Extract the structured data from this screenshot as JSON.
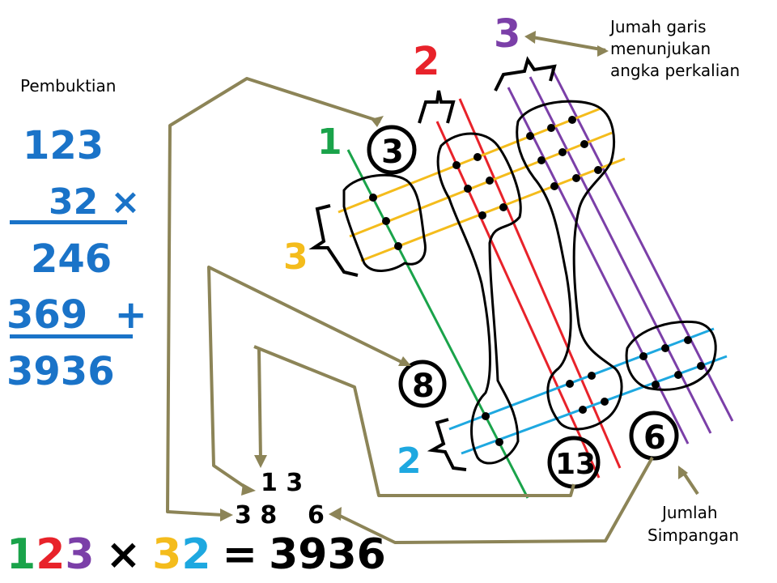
{
  "labels": {
    "proof_title": "Pembuktian",
    "top_note_line1": "Jumah garis",
    "top_note_line2": "menunjukan",
    "top_note_line3": "angka perkalian",
    "bottom_note_line1": "Jumlah",
    "bottom_note_line2": "Simpangan"
  },
  "proof": {
    "line1": "123",
    "line2": "32 ×",
    "partial1": "246",
    "partial2": "369  +",
    "total": "3936"
  },
  "digit_labels": {
    "tens_a": "1",
    "ones_red": "2",
    "ones_purple": "3",
    "b_tens": "3",
    "b_ones": "2"
  },
  "circle_counts": {
    "top_left": "3",
    "middle_left": "8",
    "bottom_mid": "13",
    "bottom_right": "6"
  },
  "result_digits": {
    "carry": "1 3",
    "row": "3 8",
    "last": "6"
  },
  "equation": {
    "d1": "1",
    "d2": "2",
    "d3": "3",
    "times": "×",
    "m1": "3",
    "m2": "2",
    "eq": "=",
    "result": "3936"
  },
  "colors": {
    "green": "#1aa34a",
    "red": "#e8222a",
    "purple": "#7b3fa8",
    "yellow": "#f4bc1c",
    "cyan": "#1ea8e0",
    "blue_text": "#1a73c8",
    "arrow": "#8c8457"
  }
}
